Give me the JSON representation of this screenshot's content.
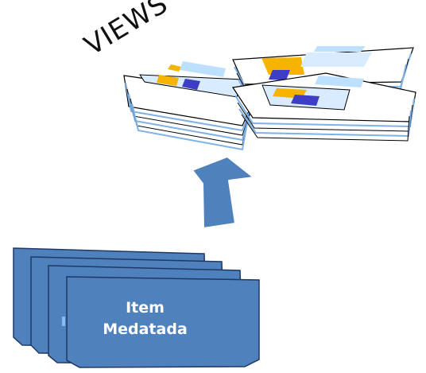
{
  "diagram": {
    "views_label": "VIEWS",
    "item_label_line1": "Item",
    "item_label_line2": "Medatada",
    "colors": {
      "document_fill": "#4f81bd",
      "document_stroke": "#203864",
      "arrow_fill": "#4f81bd",
      "paper_blue": "#7fb2e5",
      "chart_yellow": "#f4b400",
      "chart_blue": "#3d3dc5",
      "text_dark": "#111111",
      "text_white": "#ffffff"
    }
  }
}
